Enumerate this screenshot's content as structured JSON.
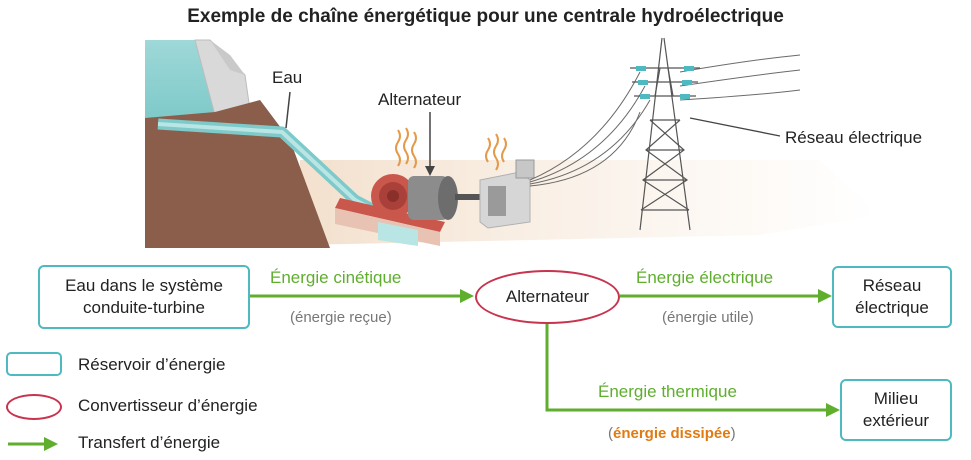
{
  "title": "Exemple de chaîne énergétique pour une centrale hydroélectrique",
  "labels": {
    "eau": "Eau",
    "alternateur": "Alternateur",
    "reseau": "Réseau électrique"
  },
  "chain": {
    "source_line1": "Eau dans le système",
    "source_line2": "conduite-turbine",
    "converter": "Alternateur",
    "target1_line1": "Réseau",
    "target1_line2": "électrique",
    "target2_line1": "Milieu",
    "target2_line2": "extérieur",
    "transfer1": "Énergie cinétique",
    "transfer1_note": "(énergie reçue)",
    "transfer2": "Énergie électrique",
    "transfer2_note": "(énergie utile)",
    "transfer3": "Énergie thermique",
    "transfer3_note_open": "(",
    "transfer3_note_mid": "énergie dissipée",
    "transfer3_note_close": ")"
  },
  "legend": {
    "reservoir": "Réservoir d’énergie",
    "convertisseur": "Convertisseur d’énergie",
    "transfert": "Transfert d’énergie"
  },
  "colors": {
    "reservoir_border": "#4fb9c2",
    "converter_border": "#c8334f",
    "transfer_arrow": "#5fae2e",
    "dissipated_text": "#e07b12"
  }
}
